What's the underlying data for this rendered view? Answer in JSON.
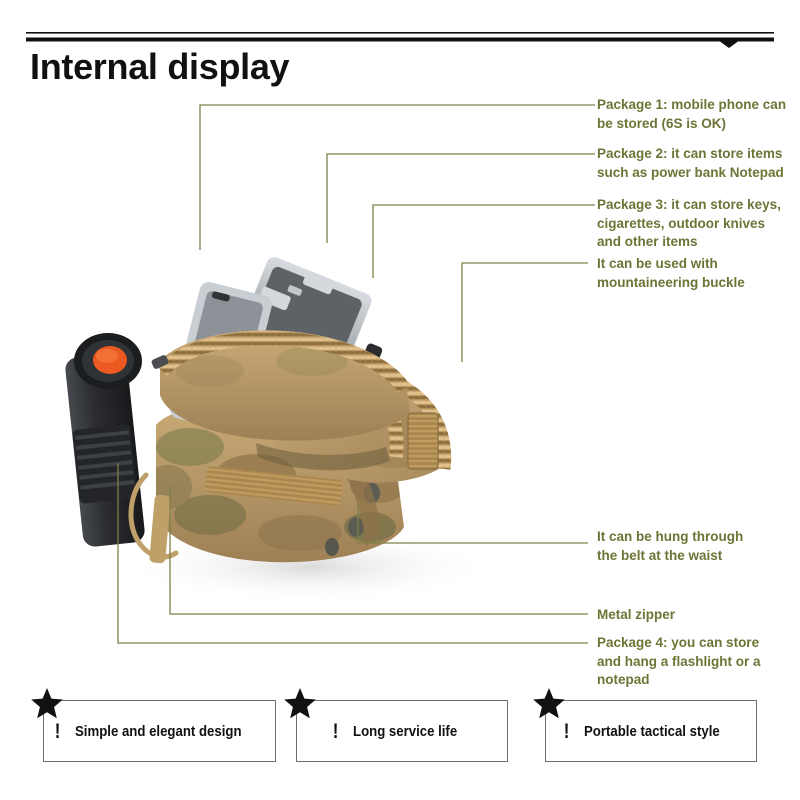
{
  "header": {
    "title": "Internal display",
    "rule_color": "#111111"
  },
  "theme": {
    "callout_green": "#6e7436",
    "leader_line_green": "#7c8247",
    "box_border": "#6e6e6e",
    "star_color": "#111111",
    "bag_khaki": "#b29264",
    "bag_tan": "#c8a877",
    "zipper_tan": "#c4a271",
    "camo_green": "#7d7d52",
    "camo_brown": "#8d7049",
    "device_silver": "#b9bcc0",
    "device_dark": "#3a3d42",
    "flashlight_black": "#2e2f31",
    "flashlight_button": "#ec5a22"
  },
  "callouts": [
    {
      "name": "package-1",
      "lines": [
        "Package 1: mobile phone can",
        "be stored (6S is OK)"
      ]
    },
    {
      "name": "package-2",
      "lines": [
        "Package 2: it can store items",
        "such as power bank Notepad"
      ]
    },
    {
      "name": "package-3",
      "lines": [
        "Package 3: it can store keys,",
        " cigarettes, outdoor knives",
        "and other items"
      ]
    },
    {
      "name": "mountaineering-buckle",
      "lines": [
        "It can be used with",
        "mountaineering buckle"
      ]
    },
    {
      "name": "belt-hang",
      "lines": [
        "It can be hung through",
        "the belt at the waist"
      ]
    },
    {
      "name": "metal-zipper",
      "lines": [
        "Metal zipper"
      ]
    },
    {
      "name": "package-4",
      "lines": [
        "Package 4: you can store",
        "and hang a flashlight or a",
        "notepad"
      ]
    }
  ],
  "features": [
    {
      "name": "simple-elegant-design",
      "marker": "!",
      "label": "Simple and elegant design"
    },
    {
      "name": "long-service-life",
      "marker": "!",
      "label": "Long service life"
    },
    {
      "name": "portable-tactical-style",
      "marker": "!",
      "label": "Portable tactical style"
    }
  ]
}
